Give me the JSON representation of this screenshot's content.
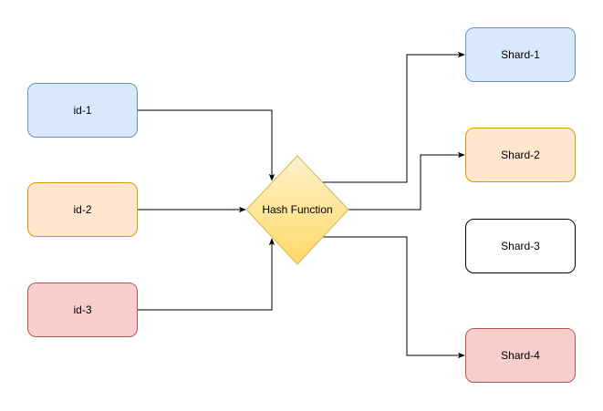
{
  "diagram": {
    "inputs": [
      {
        "label": "id-1",
        "fill": "#dae8fc",
        "stroke": "#6c8ebf"
      },
      {
        "label": "id-2",
        "fill": "#ffe6cc",
        "stroke": "#d79b00"
      },
      {
        "label": "id-3",
        "fill": "#f8cecc",
        "stroke": "#b85450"
      }
    ],
    "hash": {
      "label": "Hash Function",
      "fill_top": "#fff2cc",
      "fill_bottom": "#ffd966",
      "stroke": "#d6b656"
    },
    "shards": [
      {
        "label": "Shard-1",
        "fill": "#dae8fc",
        "stroke": "#6c8ebf"
      },
      {
        "label": "Shard-2",
        "fill": "#ffe6cc",
        "stroke": "#d79b00"
      },
      {
        "label": "Shard-3",
        "fill": "#ffffff",
        "stroke": "#000000"
      },
      {
        "label": "Shard-4",
        "fill": "#f8cecc",
        "stroke": "#b85450"
      }
    ],
    "edge_color": "#000000"
  }
}
